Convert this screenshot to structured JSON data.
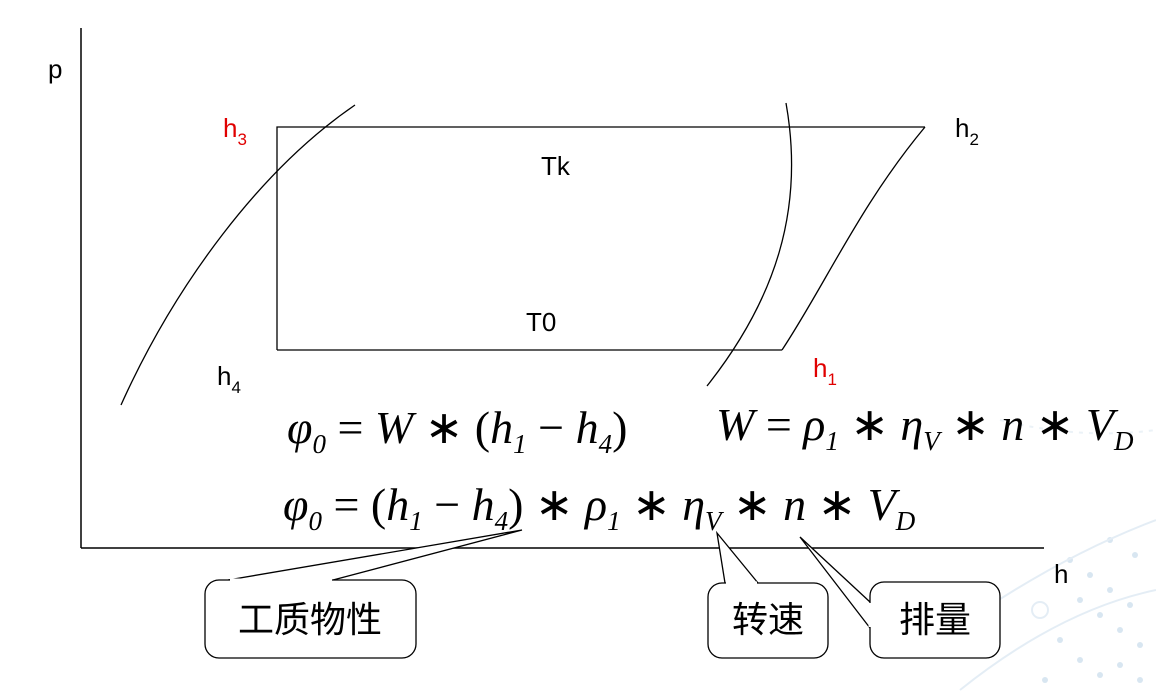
{
  "diagram": {
    "axes": {
      "y_label": "p",
      "x_label": "h"
    },
    "points": {
      "h1": {
        "base": "h",
        "sub": "1",
        "color": "#e00000"
      },
      "h2": {
        "base": "h",
        "sub": "2",
        "color": "#000000"
      },
      "h3": {
        "base": "h",
        "sub": "3",
        "color": "#e00000"
      },
      "h4": {
        "base": "h",
        "sub": "4",
        "color": "#000000"
      }
    },
    "isotherms": {
      "upper": "Tk",
      "lower": "T0"
    },
    "callouts": {
      "working_fluid": "工质物性",
      "speed": "转速",
      "displacement": "排量"
    }
  }
}
